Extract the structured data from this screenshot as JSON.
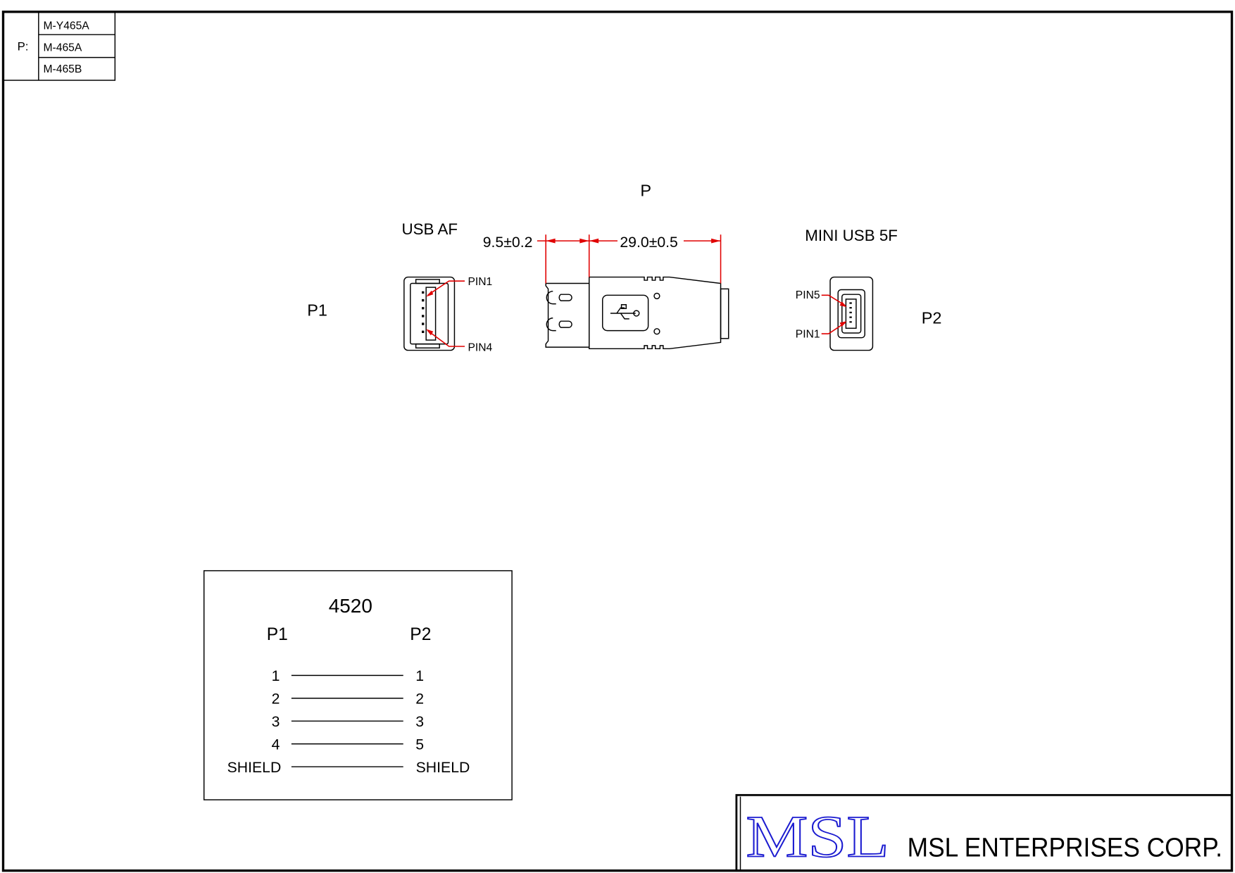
{
  "part_table": {
    "prefix": "P:",
    "parts": [
      "M-Y465A",
      "M-465A",
      "M-465B"
    ]
  },
  "drawing": {
    "assembly_label": "P",
    "left_connector": {
      "type": "USB AF",
      "ref": "P1",
      "pin_top": "PIN1",
      "pin_bottom": "PIN4"
    },
    "right_connector": {
      "type": "MINI USB 5F",
      "ref": "P2",
      "pin_top": "PIN5",
      "pin_bottom": "PIN1"
    },
    "dimensions": {
      "short": "9.5±0.2",
      "long": "29.0±0.5"
    },
    "colors": {
      "dimension": "#e00000",
      "logo": "#1a1ad0"
    }
  },
  "wiring": {
    "title": "4520",
    "left_header": "P1",
    "right_header": "P2",
    "rows": [
      {
        "from": "1",
        "to": "1"
      },
      {
        "from": "2",
        "to": "2"
      },
      {
        "from": "3",
        "to": "3"
      },
      {
        "from": "4",
        "to": "5"
      },
      {
        "from": "SHIELD",
        "to": "SHIELD"
      }
    ]
  },
  "title_block": {
    "logo": "MSL",
    "company": "MSL ENTERPRISES CORP."
  }
}
